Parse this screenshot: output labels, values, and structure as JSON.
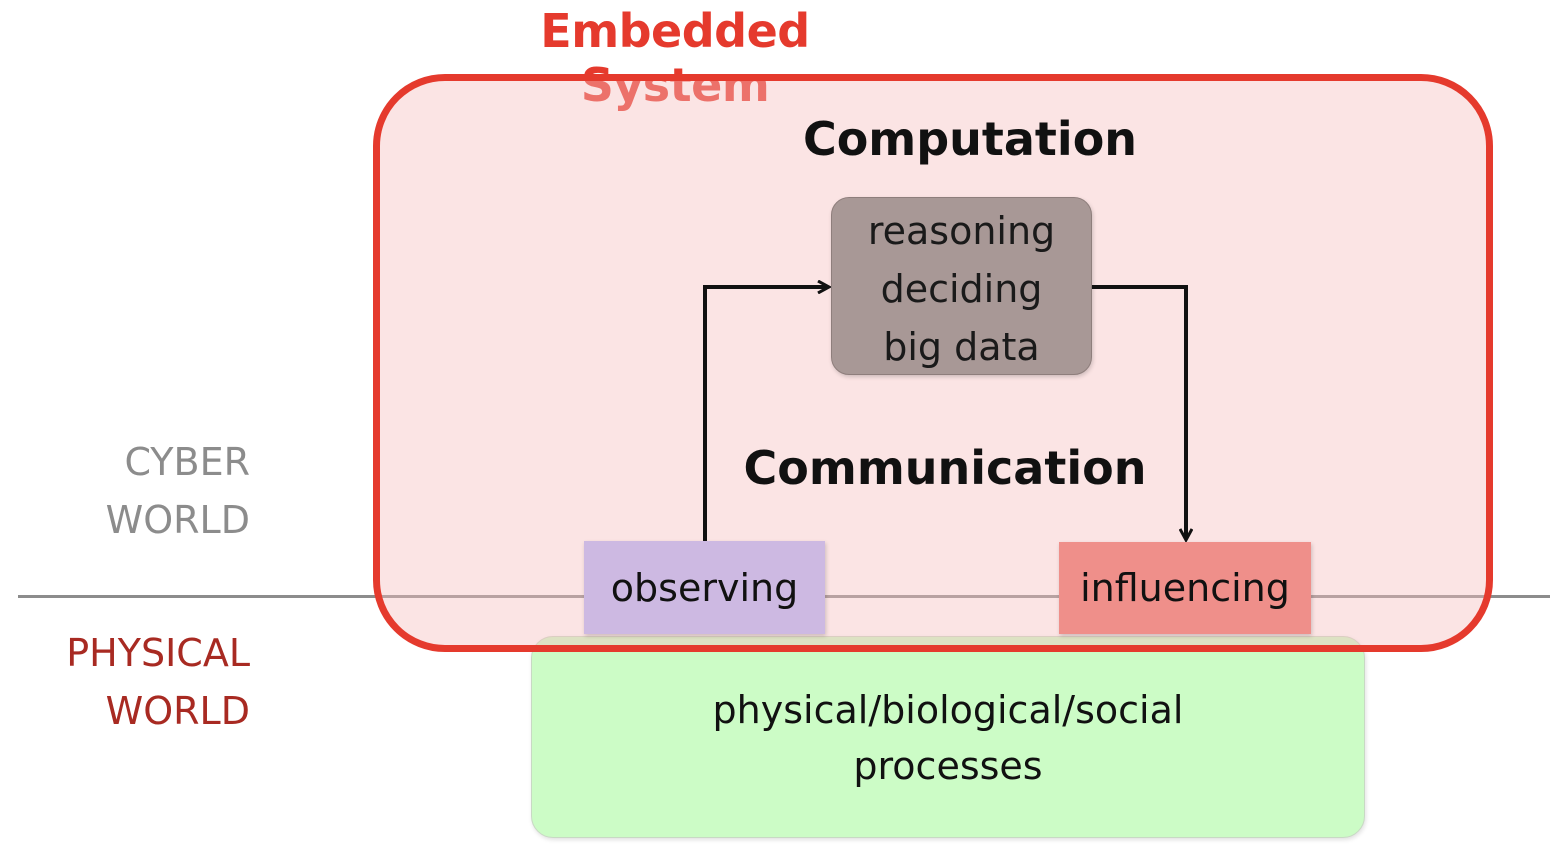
{
  "title": "Embedded System",
  "world_labels": {
    "cyber": [
      "CYBER",
      "WORLD"
    ],
    "physical": [
      "PHYSICAL",
      "WORLD"
    ]
  },
  "headings": {
    "computation": "Computation",
    "communication": "Communication"
  },
  "reasoning_box": {
    "lines": [
      "reasoning",
      "deciding",
      "big data"
    ]
  },
  "observing": "observing",
  "influencing": "influencing",
  "processes": {
    "lines": [
      "physical/biological/social",
      "processes"
    ]
  },
  "colors": {
    "system_border": "#e53a2d",
    "system_fill": "#fbe2e2",
    "reasoning_fill": "#a89896",
    "observing_fill": "#cdb9e2",
    "influencing_fill": "#ef8f8a",
    "processes_fill": "#ccfcc6",
    "cyber_text": "#8c8c8c",
    "physical_text": "#a82a22"
  }
}
